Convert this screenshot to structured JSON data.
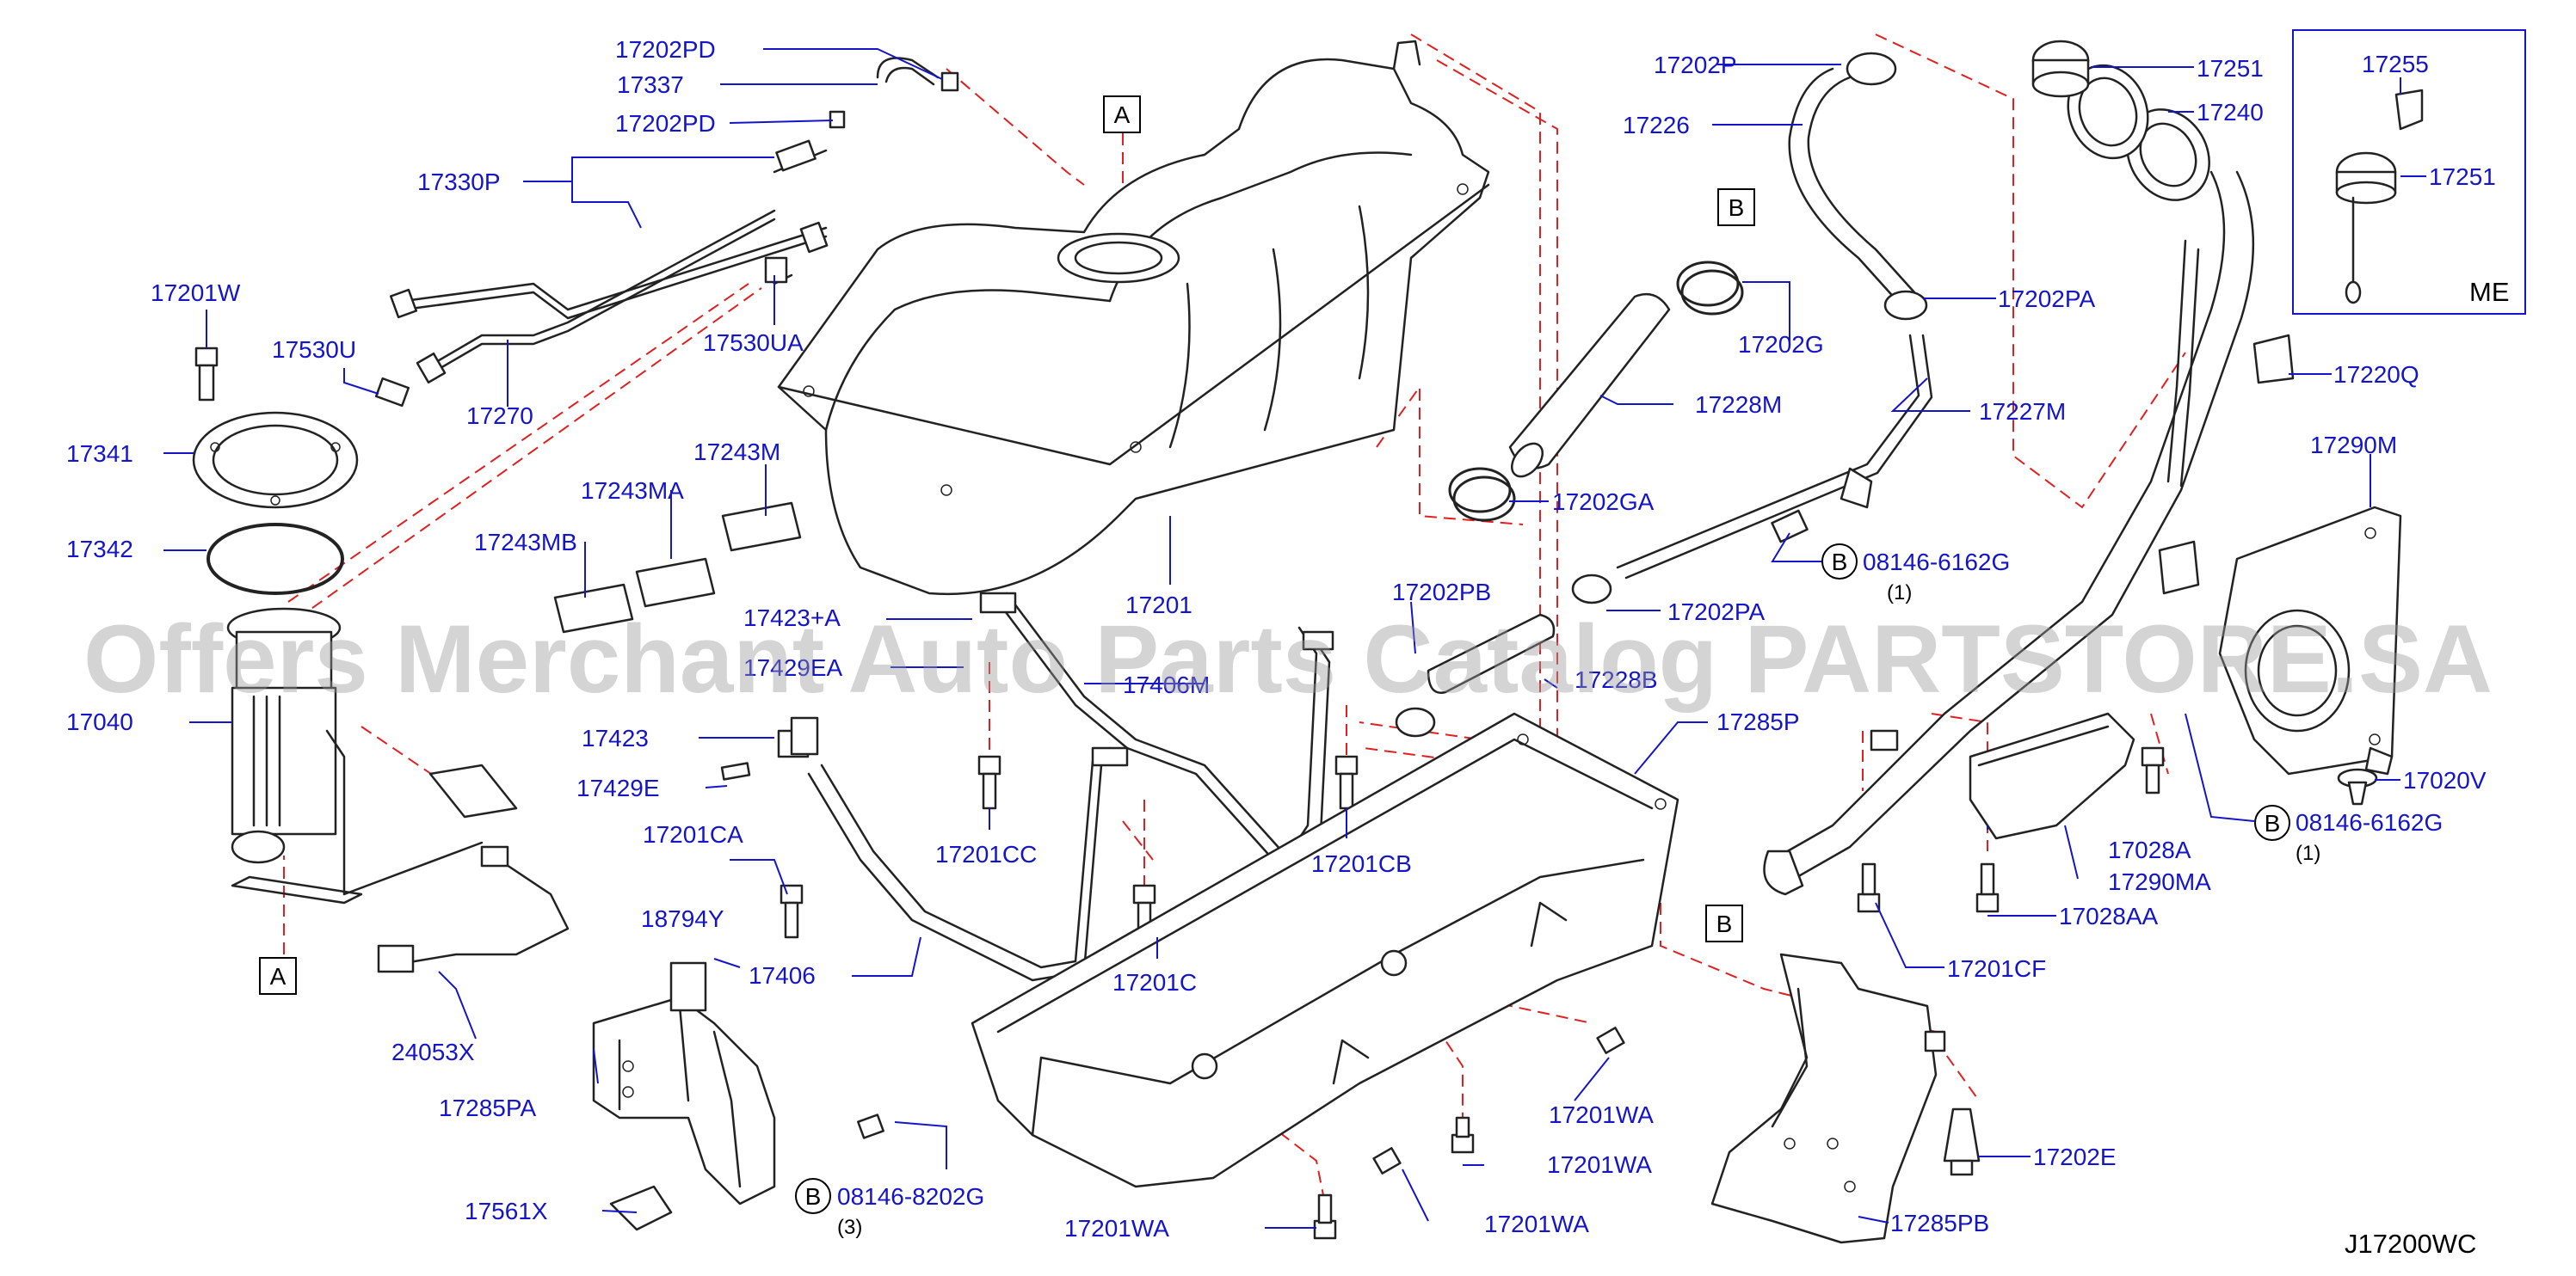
{
  "watermark": "Offers Merchant Auto Parts Catalog PARTSTORE.SA",
  "diagram_code": "J17200WC",
  "inset_label": "ME",
  "ref_letters": {
    "a": "A",
    "b": "B"
  },
  "notes": {
    "n1": "(1)",
    "n3": "(3)"
  },
  "labels": {
    "p17202PD_a": "17202PD",
    "p17337": "17337",
    "p17202PD_b": "17202PD",
    "p17330P": "17330P",
    "p17201W": "17201W",
    "p17530U": "17530U",
    "p17530UA": "17530UA",
    "p17270": "17270",
    "p17341": "17341",
    "p17342": "17342",
    "p17243M": "17243M",
    "p17243MA": "17243MA",
    "p17243MB": "17243MB",
    "p17040": "17040",
    "p17423A": "17423+A",
    "p17429EA": "17429EA",
    "p17406M": "17406M",
    "p17201": "17201",
    "p17423": "17423",
    "p17429E": "17429E",
    "p17201CA": "17201CA",
    "p17201CC": "17201CC",
    "p17201CB": "17201CB",
    "p18794Y": "18794Y",
    "p17406": "17406",
    "p17201C": "17201C",
    "p24053X": "24053X",
    "p17285PA": "17285PA",
    "p08146_8202G": "08146-8202G",
    "p17561X": "17561X",
    "p17201WA_a": "17201WA",
    "p17201WA_b": "17201WA",
    "p17201WA_c": "17201WA",
    "p17201WA_d": "17201WA",
    "p17202P": "17202P",
    "p17226": "17226",
    "p17202G": "17202G",
    "p17202PA_a": "17202PA",
    "p17228M": "17228M",
    "p17227M": "17227M",
    "p17202GA": "17202GA",
    "p08146_6162G_a": "08146-6162G",
    "p17202PB": "17202PB",
    "p17202PA_b": "17202PA",
    "p17228B": "17228B",
    "p17285P": "17285P",
    "p17251_a": "17251",
    "p17240": "17240",
    "p17255": "17255",
    "p17251_b": "17251",
    "p17220Q": "17220Q",
    "p17290M": "17290M",
    "p17020V": "17020V",
    "p08146_6162G_b": "08146-6162G",
    "p17028A": "17028A",
    "p17290MA": "17290MA",
    "p17028AA": "17028AA",
    "p17201CF": "17201CF",
    "p17202E": "17202E",
    "p17285PB": "17285PB"
  }
}
